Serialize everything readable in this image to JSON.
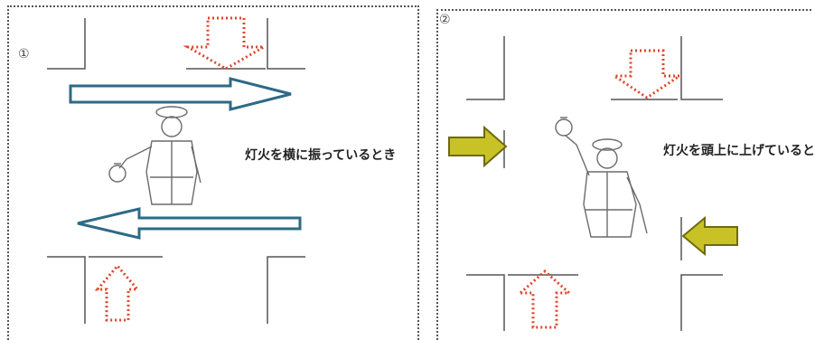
{
  "panels": [
    {
      "number": "①",
      "caption": "灯火を横に振っているとき"
    },
    {
      "number": "②",
      "caption": "灯火を頭上に上げているとき"
    }
  ],
  "colors": {
    "go_arrow": "#2d6a86",
    "stop_arrow": "#e0452b",
    "caution_arrow_fill": "#c9c227",
    "caution_arrow_stroke": "#6e6a10",
    "road": "#555555",
    "figure": "#6b6b6b"
  }
}
